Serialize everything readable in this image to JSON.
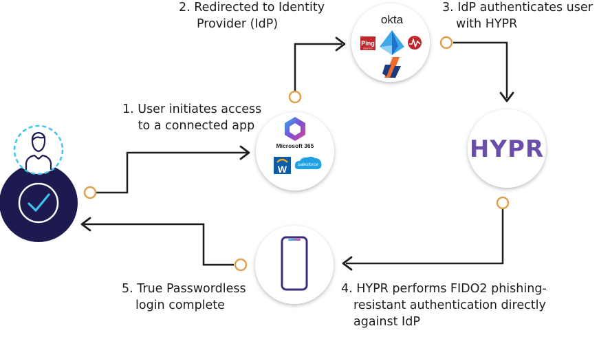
{
  "steps": {
    "s1": {
      "line1": "1. User initiates access",
      "line2": "to a connected app"
    },
    "s2": {
      "line1": "2. Redirected to Identity",
      "line2": "Provider (IdP)"
    },
    "s3": {
      "line1": "3. IdP authenticates user",
      "line2": "with HYPR"
    },
    "s4": {
      "line1": "4. HYPR performs FIDO2 phishing-",
      "line2": "resistant authentication directly",
      "line3": "against IdP"
    },
    "s5": {
      "line1": "5. True Passwordless",
      "line2": "login complete"
    }
  },
  "apps_node": {
    "ms365_label": "Microsoft 365",
    "workday_letter": "W",
    "salesforce_label": "salesforce"
  },
  "idp_node": {
    "okta_label": "okta",
    "ping_label": "Ping",
    "ping_sub": "IDENTITY"
  },
  "hypr_node": {
    "logo_text": "HYPR"
  },
  "colors": {
    "navy": "#1d1a4f",
    "connector_ring": "#e0a04a",
    "accent_cyan": "#3ec3ec",
    "hypr_purple": "#6a4eaa",
    "phone_purple": "#3d2e7c",
    "line": "#1c1c1c"
  }
}
